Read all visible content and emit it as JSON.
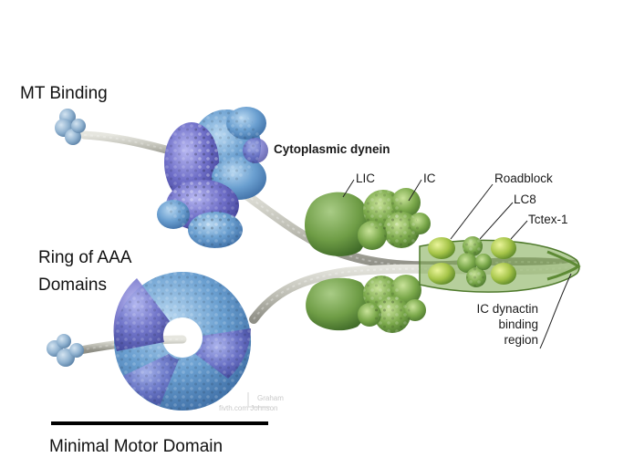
{
  "labels": {
    "mt_binding": "MT Binding",
    "ring_aaa_line1": "Ring of AAA",
    "ring_aaa_line2": "Domains",
    "minimal_motor": "Minimal Motor Domain",
    "title": "Cytoplasmic dynein",
    "lic": "LIC",
    "ic": "IC",
    "roadblock": "Roadblock",
    "lc8": "LC8",
    "tctex": "Tctex-1",
    "ic_dynactin_line1": "IC dynactin",
    "ic_dynactin_line2": "binding",
    "ic_dynactin_line3": "region"
  },
  "credit": {
    "line1": "Graham",
    "line2": "fivth.com Johnson"
  },
  "colors": {
    "ring_blue": "#6a9fd0",
    "ring_purple": "#6f6fc8",
    "light_chain_green": "#8fb43e",
    "ic_green": "#7aa84a",
    "lic_green": "#6f9d46",
    "stalk_gray": "#c2c2b8",
    "mt_tip_blue": "#8fb1cf"
  }
}
